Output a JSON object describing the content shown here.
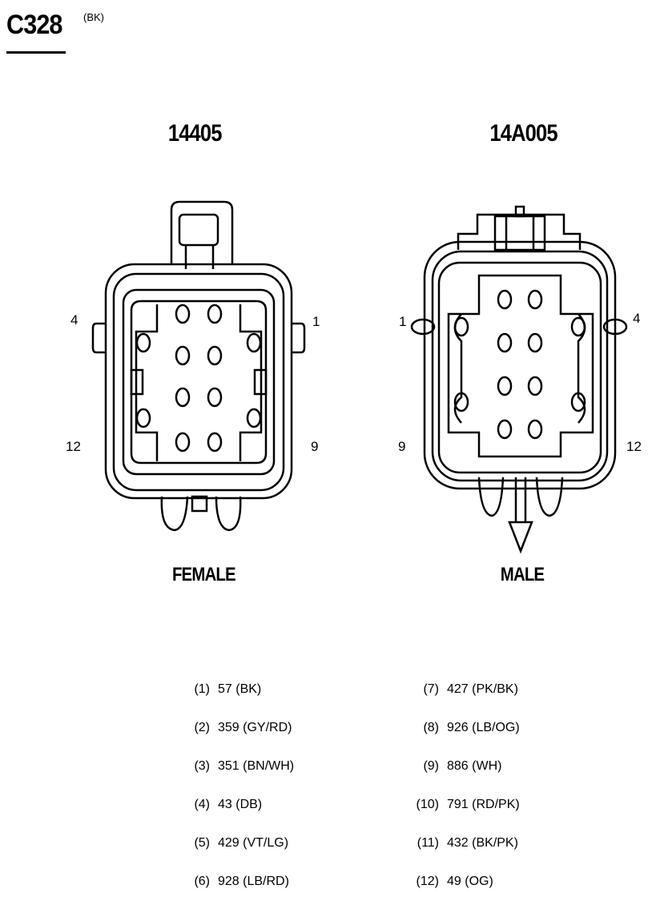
{
  "header": {
    "connector_id": "C328",
    "color_code": "(BK)"
  },
  "connectors": {
    "left": {
      "part_number": "14405",
      "gender": "FEMALE",
      "pin_labels": {
        "top_left": "4",
        "top_right": "1",
        "bottom_left": "12",
        "bottom_right": "9"
      }
    },
    "right": {
      "part_number": "14A005",
      "gender": "MALE",
      "pin_labels": {
        "top_left": "1",
        "top_right": "4",
        "bottom_left": "9",
        "bottom_right": "12"
      }
    }
  },
  "pinout": {
    "left_column": [
      {
        "pin": "(1)",
        "circuit": "57 (BK)"
      },
      {
        "pin": "(2)",
        "circuit": "359 (GY/RD)"
      },
      {
        "pin": "(3)",
        "circuit": "351 (BN/WH)"
      },
      {
        "pin": "(4)",
        "circuit": "43 (DB)"
      },
      {
        "pin": "(5)",
        "circuit": "429 (VT/LG)"
      },
      {
        "pin": "(6)",
        "circuit": "928 (LB/RD)"
      }
    ],
    "right_column": [
      {
        "pin": "(7)",
        "circuit": "427 (PK/BK)"
      },
      {
        "pin": "(8)",
        "circuit": "926 (LB/OG)"
      },
      {
        "pin": "(9)",
        "circuit": "886 (WH)"
      },
      {
        "pin": "(10)",
        "circuit": "791 (RD/PK)"
      },
      {
        "pin": "(11)",
        "circuit": "432 (BK/PK)"
      },
      {
        "pin": "(12)",
        "circuit": "49 (OG)"
      }
    ]
  }
}
